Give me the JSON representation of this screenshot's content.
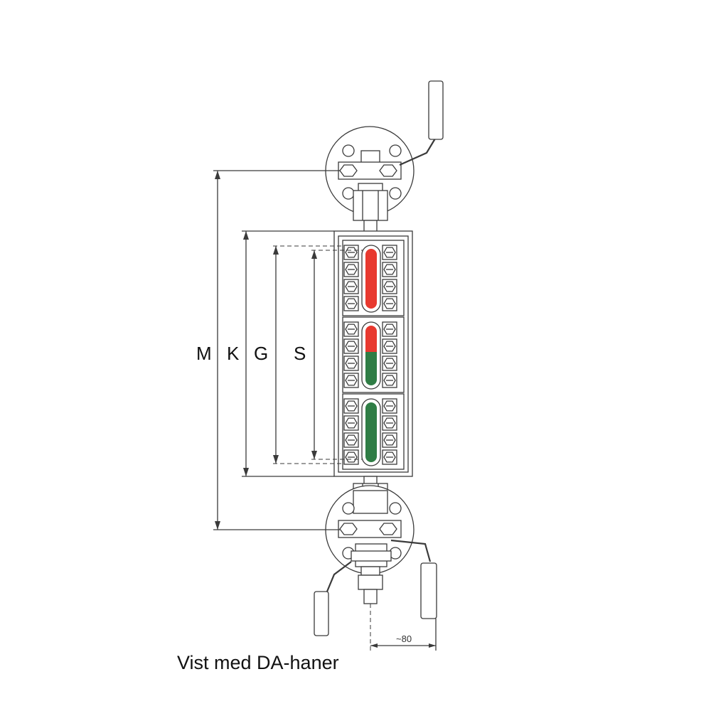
{
  "dimension_labels": {
    "m": "M",
    "k": "K",
    "g": "G",
    "s": "S"
  },
  "offset_dimension": "~80",
  "caption": "Vist med DA-haner",
  "colors": {
    "red": "#e8392f",
    "green": "#2f7d45"
  }
}
